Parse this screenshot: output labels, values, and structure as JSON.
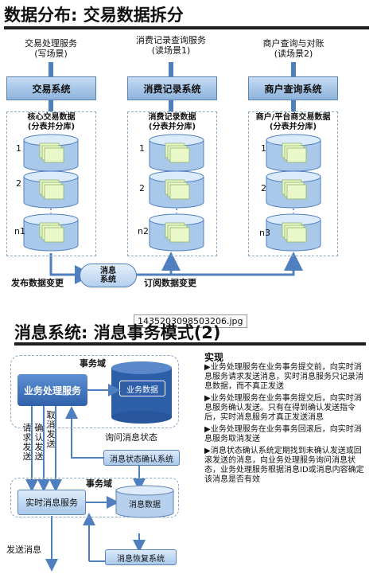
{
  "top": {
    "title": "数据分布: 交易数据拆分",
    "services": [
      {
        "line1": "交易处理服务",
        "line2": "(写场景)"
      },
      {
        "line1": "消费记录查询服务",
        "line2": "(读场景1)"
      },
      {
        "line1": "商户查询与对账",
        "line2": "(读场景2)"
      }
    ],
    "systems": [
      "交易系统",
      "消费记录系统",
      "商户查询系统"
    ],
    "dbs": [
      {
        "line1": "核心交易数据",
        "line2": "(分表并分库)"
      },
      {
        "line1": "消费记录数据",
        "line2": "(分表并分库)"
      },
      {
        "line1": "商户/平台商交易数据",
        "line2": "(分表并分库)"
      }
    ],
    "shard_labels": [
      "1",
      "2",
      "n1",
      "1",
      "2",
      "n2",
      "1",
      "2",
      "n3"
    ],
    "mq_line1": "消息",
    "mq_line2": "系统",
    "publish": "发布数据变更",
    "subscribe": "订阅数据变更"
  },
  "caption": "1435203098503206.jpg",
  "bottom": {
    "title": "消息系统: 消息事务模式(2)",
    "domain1": "事务域",
    "domain2": "事务域",
    "biz_service": "业务处理服务",
    "biz_data": "业务数据",
    "req_send": "请求发送",
    "confirm_send": "确认发送",
    "cancel_send": "取消发送",
    "query_status": "询问消息状态",
    "status_confirm": "消息状态确认系统",
    "realtime": "实时消息服务",
    "msg_data": "消息数据",
    "recover": "消息恢复系统",
    "send_msg": "发送消息",
    "impl_title": "实现",
    "impl": [
      "▶业务处理服务在业务事务提交前，向实时消息服务请求发送消息，实时消息服务只记录消息数据，而不真正发送",
      "▶业务处理服务在业务事务提交后，向实时消息服务确认发送。只有在得到确认发送指令后，实时消息服务才真正发送消息",
      "▶业务处理服务在业务事务回滚后，向实时消息服务取消发送",
      "▶消息状态确认系统定期找到未确认发送或回滚发送的消息，向业务处理服务询问消息状态，业务处理服务根据消息ID或消息内容确定该消息是否有效"
    ]
  }
}
